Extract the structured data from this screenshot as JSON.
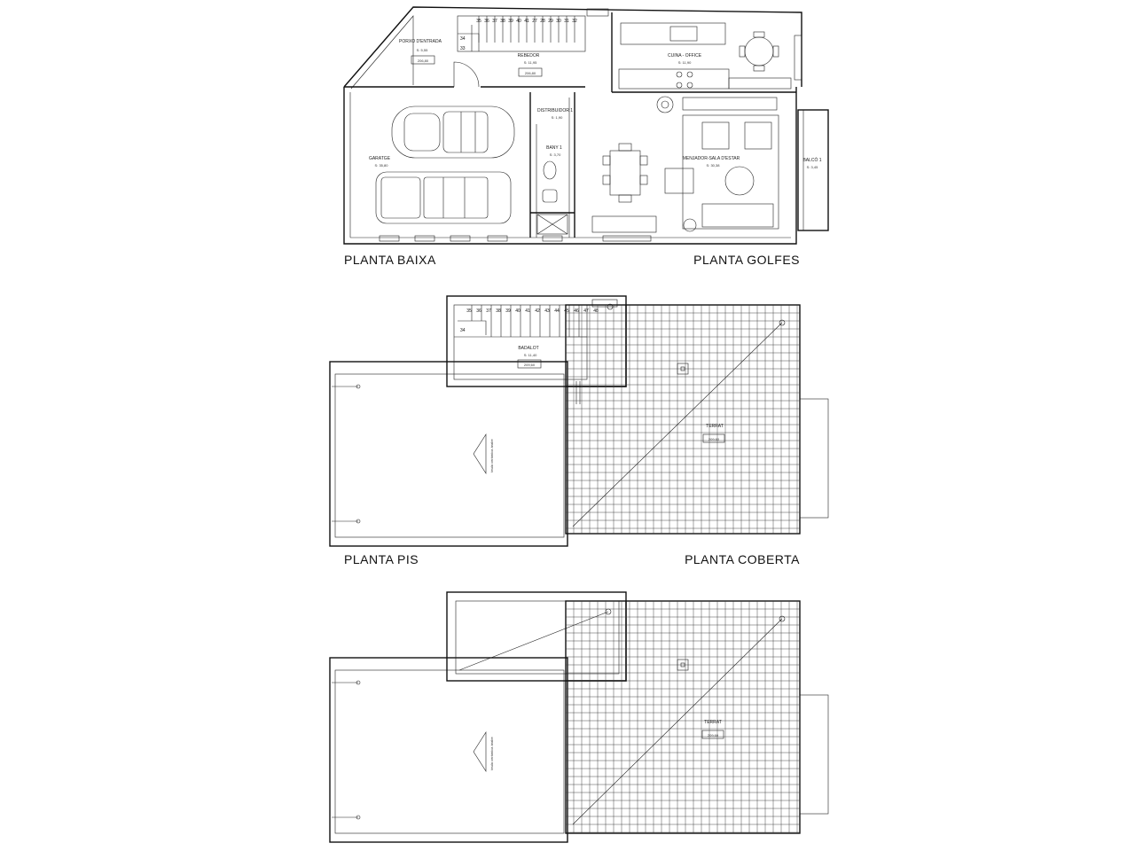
{
  "titles": {
    "ground": "PLANTA BAIXA",
    "attic": "PLANTA GOLFES",
    "first": "PLANTA PIS",
    "roof": "PLANTA COBERTA"
  },
  "rooms": {
    "porch": {
      "name": "PORXO D'ENTRADA",
      "area": "S: 5,55",
      "level": "206,80"
    },
    "hall": {
      "name": "REBEDOR",
      "area": "S: 11,95",
      "level": "206,80"
    },
    "kitchen": {
      "name": "CUINA - OFFICE",
      "area": "S: 11,90"
    },
    "distributor": {
      "name": "DISTRIBUIDOR 1",
      "area": "S: 1,90"
    },
    "bath": {
      "name": "BANY 1",
      "area": "S: 3,70"
    },
    "garage": {
      "name": "GARATGE",
      "area": "S: 35,80"
    },
    "living": {
      "name": "MENJADOR-SALA D'ESTAR",
      "area": "S: 30,38"
    },
    "balcony": {
      "name": "BALCÓ 1",
      "area": "S: 3,45"
    },
    "badalot": {
      "name": "BADALOT",
      "area": "S: 11,40",
      "level": "209,60"
    },
    "terrace_attic": {
      "name": "TERRAT",
      "level": "209,60"
    },
    "terrace_roof": {
      "name": "TERRAT",
      "level": "209,60"
    }
  },
  "stairs": {
    "ground_steps": [
      "35",
      "36",
      "37",
      "38",
      "39",
      "40",
      "41",
      "27",
      "28",
      "29",
      "30",
      "31",
      "32"
    ],
    "ground_side": [
      "34",
      "33"
    ],
    "attic_steps": [
      "35",
      "36",
      "37",
      "38",
      "39",
      "40",
      "41",
      "42",
      "43",
      "44",
      "45",
      "46",
      "47",
      "48"
    ],
    "attic_side": [
      "34"
    ]
  },
  "annotations": {
    "slope_first": "teula ceràmica àrabe",
    "slope_roof": "teula ceràmica àrabe"
  }
}
